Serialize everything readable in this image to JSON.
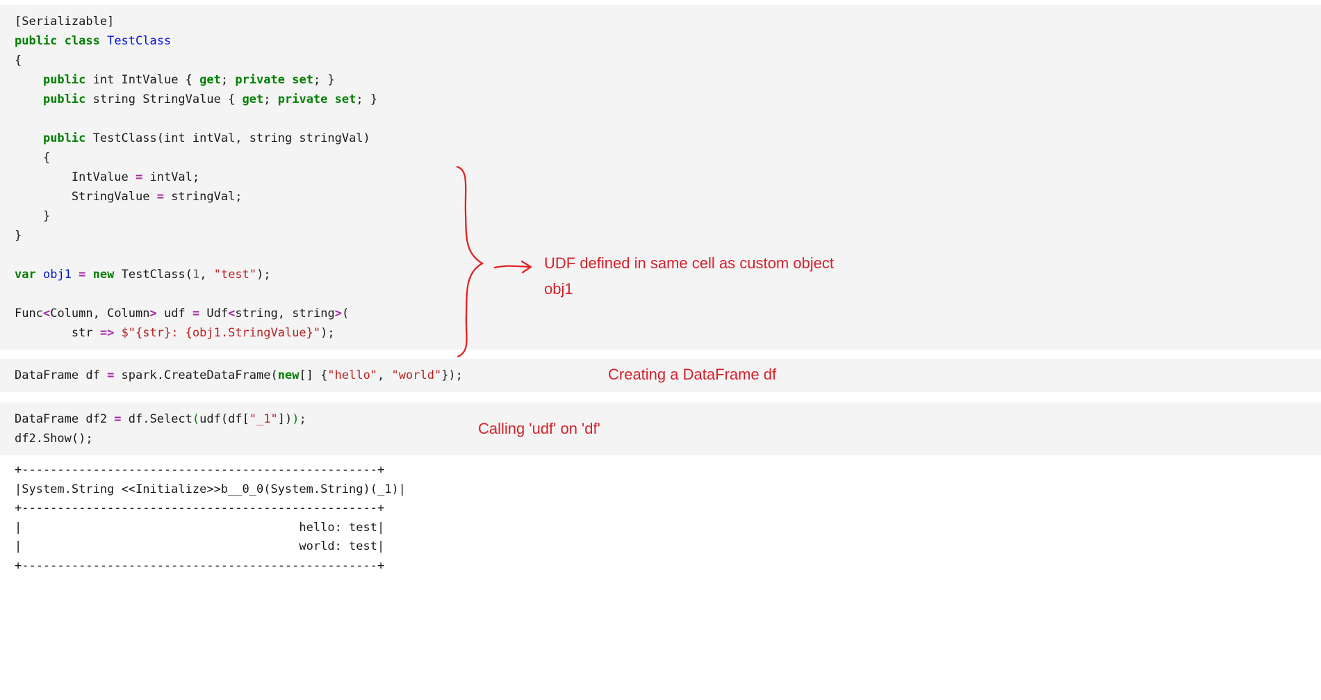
{
  "colors": {
    "cell_background": "#f4f4f4",
    "annotation_red": "#d6212b",
    "drawing_red": "#e32222",
    "keyword_green": "#008000",
    "name_blue": "#0016d8",
    "operator_purple": "#a626a4",
    "string_red": "#ba2121"
  },
  "cells": [
    {
      "name": "code-cell-1",
      "language": "csharp",
      "lines": [
        [
          {
            "t": "[Serializable]"
          }
        ],
        [
          {
            "t": "public class",
            "c": "k"
          },
          {
            "t": " "
          },
          {
            "t": "TestClass",
            "c": "n"
          }
        ],
        [
          {
            "t": "{"
          }
        ],
        [
          {
            "t": "    "
          },
          {
            "t": "public",
            "c": "k"
          },
          {
            "t": " int IntValue { "
          },
          {
            "t": "get",
            "c": "k"
          },
          {
            "t": "; "
          },
          {
            "t": "private set",
            "c": "k"
          },
          {
            "t": "; }"
          }
        ],
        [
          {
            "t": "    "
          },
          {
            "t": "public",
            "c": "k"
          },
          {
            "t": " string StringValue { "
          },
          {
            "t": "get",
            "c": "k"
          },
          {
            "t": "; "
          },
          {
            "t": "private set",
            "c": "k"
          },
          {
            "t": "; }"
          }
        ],
        [],
        [
          {
            "t": "    "
          },
          {
            "t": "public",
            "c": "k"
          },
          {
            "t": " TestClass(int intVal, string stringVal)"
          }
        ],
        [
          {
            "t": "    {"
          }
        ],
        [
          {
            "t": "        IntValue "
          },
          {
            "t": "=",
            "c": "o"
          },
          {
            "t": " intVal;"
          }
        ],
        [
          {
            "t": "        StringValue "
          },
          {
            "t": "=",
            "c": "o"
          },
          {
            "t": " stringVal;"
          }
        ],
        [
          {
            "t": "    }"
          }
        ],
        [
          {
            "t": "}"
          }
        ],
        [],
        [
          {
            "t": "var",
            "c": "k"
          },
          {
            "t": " "
          },
          {
            "t": "obj1",
            "c": "n"
          },
          {
            "t": " "
          },
          {
            "t": "=",
            "c": "o"
          },
          {
            "t": " "
          },
          {
            "t": "new",
            "c": "k"
          },
          {
            "t": " TestClass("
          },
          {
            "t": "1",
            "c": "d"
          },
          {
            "t": ", "
          },
          {
            "t": "\"test\"",
            "c": "s"
          },
          {
            "t": ");"
          }
        ],
        [],
        [
          {
            "t": "Func"
          },
          {
            "t": "<",
            "c": "o"
          },
          {
            "t": "Column, Column"
          },
          {
            "t": ">",
            "c": "o"
          },
          {
            "t": " udf "
          },
          {
            "t": "=",
            "c": "o"
          },
          {
            "t": " Udf"
          },
          {
            "t": "<",
            "c": "o"
          },
          {
            "t": "string, string"
          },
          {
            "t": ">",
            "c": "o"
          },
          {
            "t": "("
          }
        ],
        [
          {
            "t": "        str "
          },
          {
            "t": "=>",
            "c": "o"
          },
          {
            "t": " "
          },
          {
            "t": "$\"{str}: {obj1.StringValue}\"",
            "c": "s"
          },
          {
            "t": ");"
          }
        ]
      ]
    },
    {
      "name": "code-cell-2",
      "language": "csharp",
      "lines": [
        [
          {
            "t": "DataFrame df "
          },
          {
            "t": "=",
            "c": "o"
          },
          {
            "t": " spark.CreateDataFrame("
          },
          {
            "t": "new",
            "c": "k"
          },
          {
            "t": "[] {"
          },
          {
            "t": "\"hello\"",
            "c": "s"
          },
          {
            "t": ", "
          },
          {
            "t": "\"world\"",
            "c": "s"
          },
          {
            "t": "});"
          }
        ]
      ]
    },
    {
      "name": "code-cell-3",
      "language": "csharp",
      "lines": [
        [
          {
            "t": "DataFrame df2 "
          },
          {
            "t": "=",
            "c": "o"
          },
          {
            "t": " df.Select"
          },
          {
            "t": "(",
            "c": "g"
          },
          {
            "t": "udf(df["
          },
          {
            "t": "\"_1\"",
            "c": "s"
          },
          {
            "t": "])"
          },
          {
            "t": ")",
            "c": "g"
          },
          {
            "t": ";"
          }
        ],
        [
          {
            "t": "df2.Show();"
          }
        ]
      ]
    }
  ],
  "annotations": {
    "udf_line1": "UDF defined in same cell as custom object",
    "udf_line2": "obj1",
    "brace_icon": "hand-drawn-curly-brace",
    "arrow_icon": "hand-drawn-right-arrow",
    "creating_df": "Creating a DataFrame df",
    "calling_udf": "Calling 'udf' on 'df'"
  },
  "output": {
    "lines": [
      "+--------------------------------------------------+",
      "|System.String <<Initialize>>b__0_0(System.String)(_1)|",
      "+--------------------------------------------------+",
      "|                                       hello: test|",
      "|                                       world: test|",
      "+--------------------------------------------------+"
    ]
  }
}
